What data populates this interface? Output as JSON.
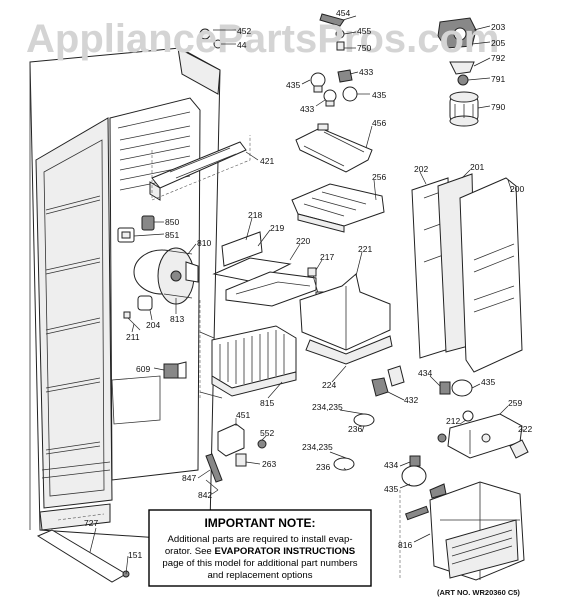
{
  "watermark": "AppliancePartsPros.com",
  "labels": {
    "p454": "454",
    "p455a": "455",
    "p750": "750",
    "p452": "452",
    "p44x": "44",
    "p203": "203",
    "p205": "205",
    "p792": "792",
    "p791": "791",
    "p790": "790",
    "p435a": "435",
    "p433a": "433",
    "p433b": "433",
    "p435b": "435",
    "p456": "456",
    "p421": "421",
    "p256": "256",
    "p202": "202",
    "p201": "201",
    "p200": "200",
    "p850": "850",
    "p851": "851",
    "p810": "810",
    "p218": "218",
    "p219": "219",
    "p220": "220",
    "p217": "217",
    "p221": "221",
    "p204": "204",
    "p813": "813",
    "p211": "211",
    "p609": "609",
    "p224": "224",
    "p815": "815",
    "p432": "432",
    "p434a": "434",
    "p435c": "435",
    "p234a": "234,235",
    "p212": "212",
    "p259": "259",
    "p222": "222",
    "p236a": "236",
    "p451": "451",
    "p552": "552",
    "p234b": "234,235",
    "p263": "263",
    "p236b": "236",
    "p847": "847",
    "p842": "842",
    "p434b": "434",
    "p435d": "435",
    "p727": "727",
    "p151": "151",
    "p816": "816"
  },
  "note": {
    "title": "IMPORTANT NOTE:",
    "line1": "Additional parts are required to install evap-",
    "line2a": "orator.  See ",
    "line2b": "EVAPORATOR INSTRUCTIONS",
    "line3": "page of this model for additional part numbers",
    "line4": "and replacement options"
  },
  "art_number": "(ART NO. WR20360 C5)"
}
